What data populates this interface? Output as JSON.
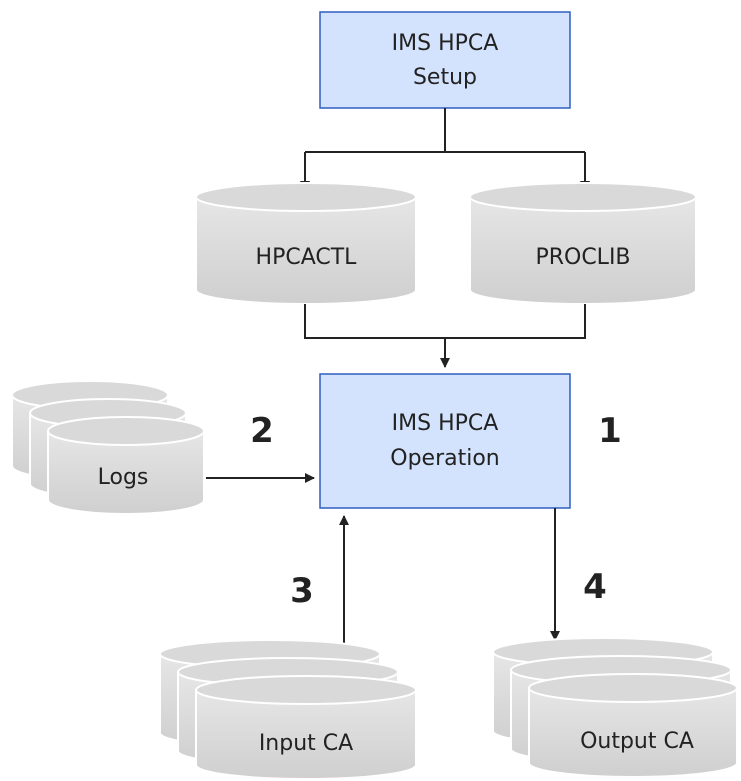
{
  "nodes": {
    "setup": {
      "line1": "IMS HPCA",
      "line2": "Setup"
    },
    "hpcactl": {
      "label": "HPCACTL"
    },
    "proclib": {
      "label": "PROCLIB"
    },
    "operation": {
      "line1": "IMS HPCA",
      "line2": "Operation"
    },
    "logs": {
      "label": "Logs"
    },
    "input_ca": {
      "label": "Input CA"
    },
    "output_ca": {
      "label": "Output CA"
    }
  },
  "step_numbers": {
    "one": "1",
    "two": "2",
    "three": "3",
    "four": "4"
  },
  "colors": {
    "process_fill": "#d4e3fd",
    "process_stroke": "#2f5fbf",
    "datastore_fill": "#e0e0e0",
    "arrow": "#222222"
  }
}
